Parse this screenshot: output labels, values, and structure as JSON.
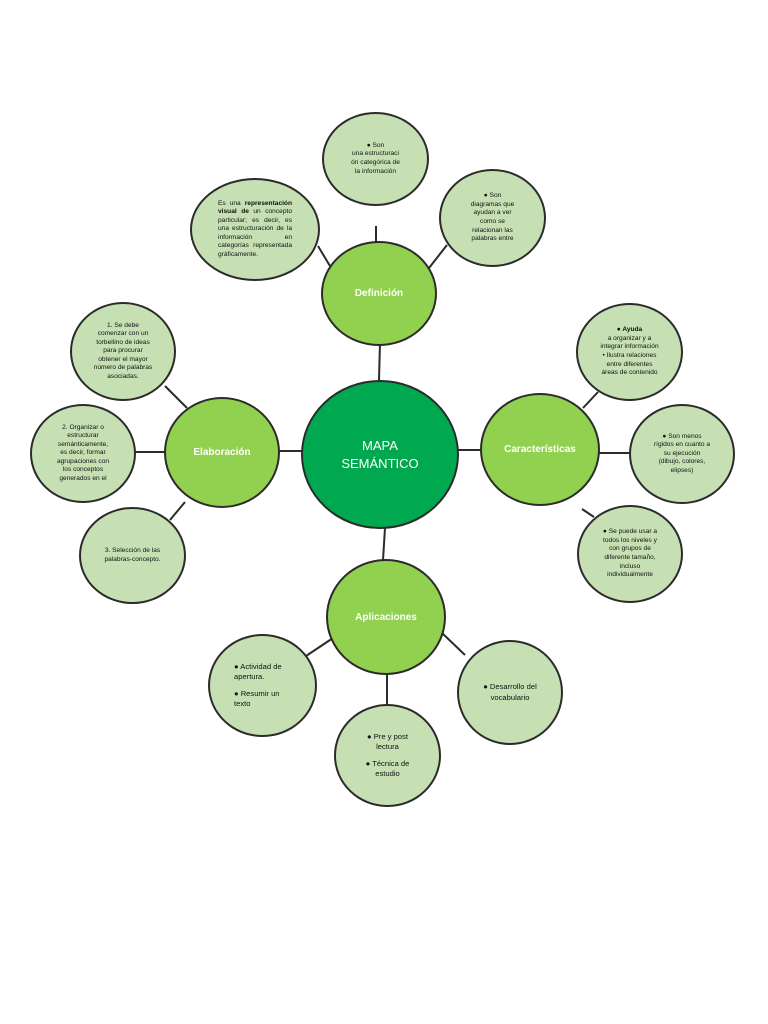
{
  "center": {
    "line1": "MAPA",
    "line2": "SEMÁNTICO"
  },
  "hubs": {
    "definicion": "Definición",
    "caracteristicas": "Características",
    "elaboracion": "Elaboración",
    "aplicaciones": "Aplicaciones"
  },
  "definicion": {
    "top": {
      "bullet": "●",
      "line1": "Son",
      "line2": "una estructuraci",
      "line3": "ón categórica de",
      "line4": "la información"
    },
    "left": {
      "pre": "Es una ",
      "bold": "representación visual de",
      "post": " un concepto particular; es decir, es una estructuración de la información en categorías representada gráficamente."
    },
    "right": {
      "bullet": "●",
      "line1": "Son",
      "line2": "diagramas que",
      "line3": "ayudan a ver",
      "line4": "como se",
      "line5": "relacionan las",
      "line6": "palabras entre"
    }
  },
  "caracteristicas": {
    "top": {
      "title": "● Ayuda",
      "line1": "a organizar y a",
      "line2": "integrar información",
      "line3": "• Ilustra relaciones",
      "line4": "entre diferentes",
      "line5": "áreas de contenido"
    },
    "middle": {
      "line1": "● Son menos",
      "line2": "rígidos en cuanto a",
      "line3": "su ejecución",
      "line4": "(dibujo, colores,",
      "line5": "elipses)"
    },
    "bottom": {
      "line1": "● Se puede usar a",
      "line2": "todos los niveles y",
      "line3": "con grupos de",
      "line4": "diferente tamaño,",
      "line5": "incluso",
      "line6": "individualmente"
    }
  },
  "elaboracion": {
    "top": {
      "line1": "1. Se debe",
      "line2": "comenzar con un",
      "line3": "torbellino de ideas",
      "line4": "para procurar",
      "line5": "obtener el mayor",
      "line6": "número de palabras",
      "line7": "asociadas."
    },
    "middle": {
      "line1": "2. Organizar o",
      "line2": "estructurar",
      "line3": "semánticamente,",
      "line4": "es decir, formar",
      "line5": "agrupaciones con",
      "line6": "los conceptos",
      "line7": "generados en el"
    },
    "bottom": {
      "line1": "3. Selección de las",
      "line2": "palabras-concepto."
    }
  },
  "aplicaciones": {
    "left": {
      "item1": "● Actividad de apertura.",
      "item2": "● Resumir un texto"
    },
    "middle": {
      "item1": "● Pre y post lectura",
      "item2": "● Técnica de estudio"
    },
    "right": {
      "item1": "● Desarrollo del vocabulario"
    }
  }
}
